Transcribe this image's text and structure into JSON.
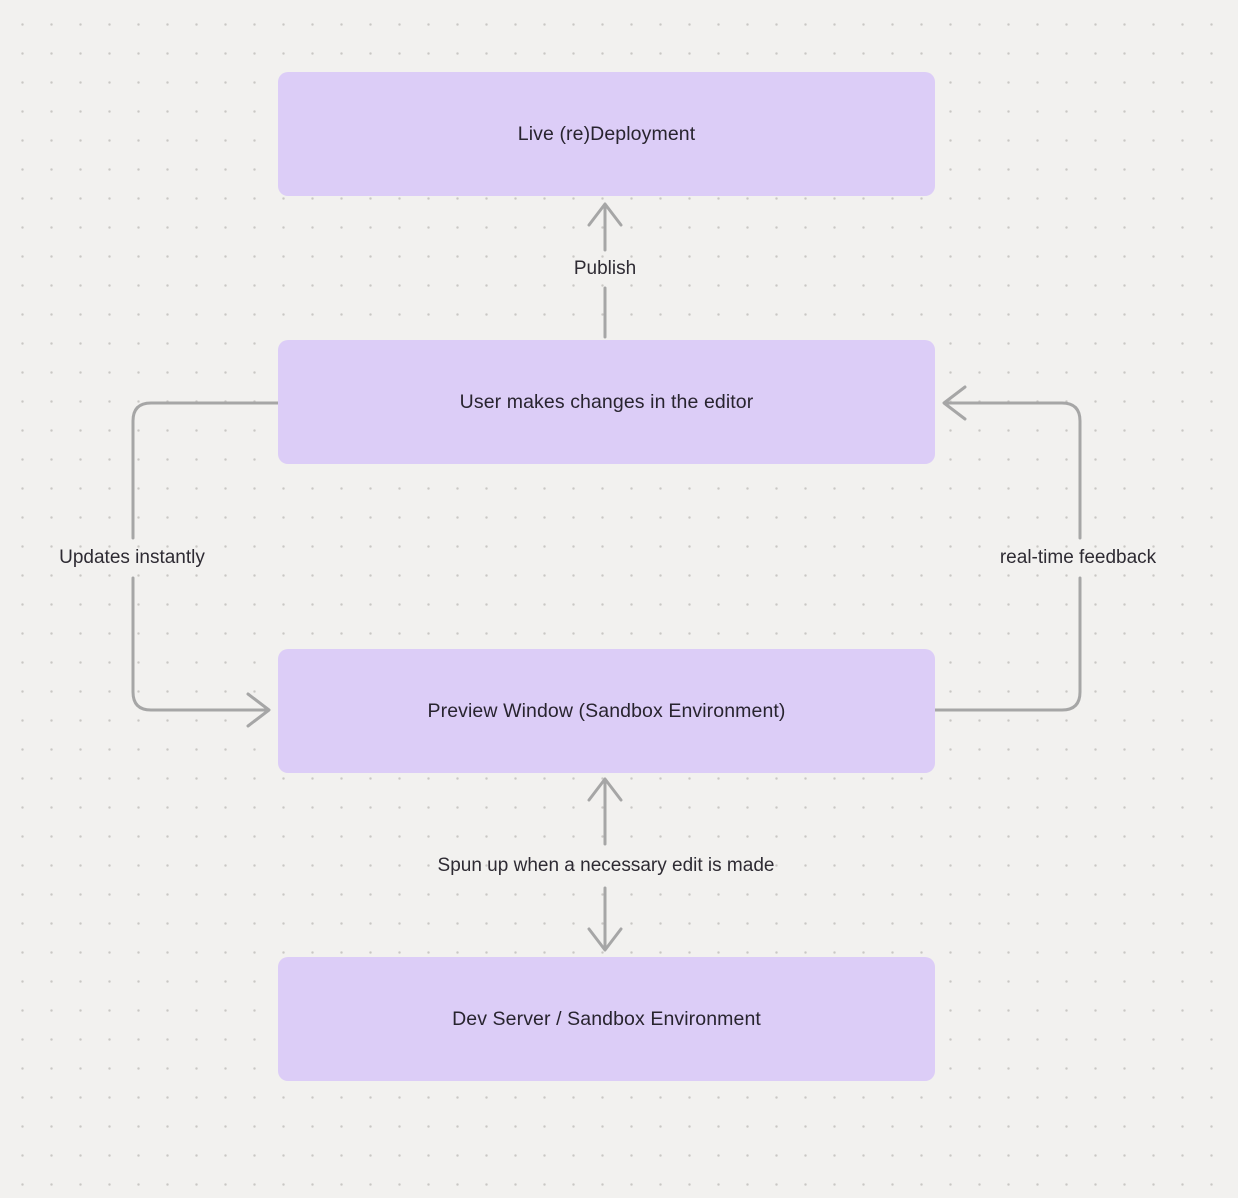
{
  "diagram": {
    "nodes": [
      {
        "id": "live-redeployment",
        "label": "Live (re)Deployment"
      },
      {
        "id": "user-editor",
        "label": "User makes changes in the editor"
      },
      {
        "id": "preview-window",
        "label": "Preview Window (Sandbox Environment)"
      },
      {
        "id": "dev-server",
        "label": "Dev Server / Sandbox Environment"
      }
    ],
    "edge_labels": {
      "publish": "Publish",
      "updates_instantly": "Updates instantly",
      "realtime_feedback": "real-time feedback",
      "spun_up": "Spun up when a necessary edit is made"
    },
    "colors": {
      "background": "#f2f1ef",
      "dot": "#c9c7c4",
      "node_fill": "#dccdf7",
      "node_text": "#28242f",
      "arrow": "#a6a6a6",
      "label_text": "#2e2b33"
    }
  }
}
